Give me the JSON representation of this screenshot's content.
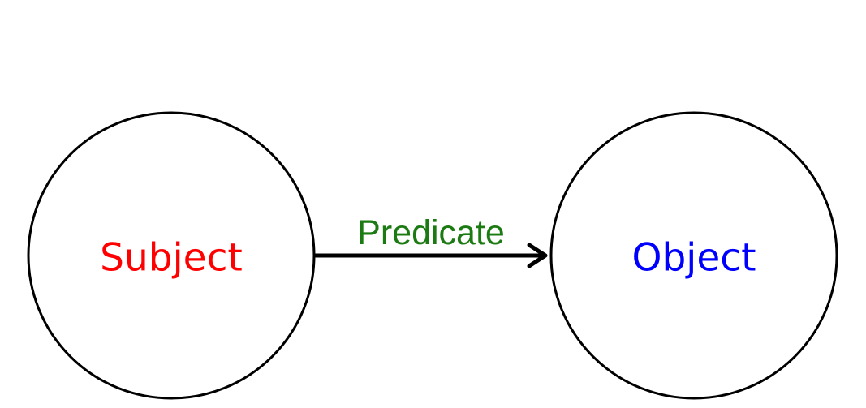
{
  "diagram": {
    "subject": {
      "label": "Subject",
      "color": "#ff0000"
    },
    "predicate": {
      "label": "Predicate",
      "color": "#1b7a11"
    },
    "object": {
      "label": "Object",
      "color": "#0000ff"
    }
  }
}
